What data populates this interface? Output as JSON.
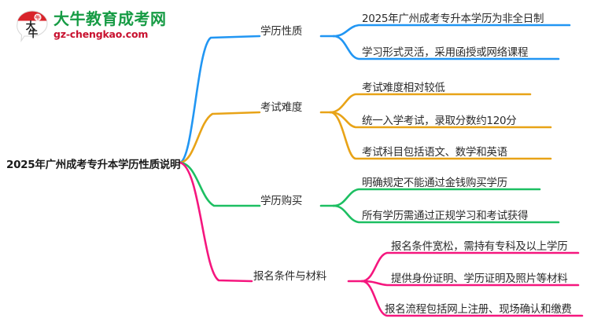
{
  "logo": {
    "mark_text": "大牛",
    "name_cn": "大牛教育成考网",
    "name_en": "gz-chengkao.com",
    "green": "#169B44",
    "red": "#C8102E"
  },
  "mindmap": {
    "root": {
      "label": "2025年广州成考专升本学历性质说明"
    },
    "branches": [
      {
        "label": "学历性质",
        "color": "#2196F3",
        "items": [
          "2025年广州成考专升本学历为非全日制",
          "学习形式灵活，采用函授或网络课程"
        ]
      },
      {
        "label": "考试难度",
        "color": "#E8A317",
        "items": [
          "考试难度相对较低",
          "统一入学考试，录取分数约120分",
          "考试科目包括语文、数学和英语"
        ]
      },
      {
        "label": "学历购买",
        "color": "#1DBF62",
        "items": [
          "明确规定不能通过金钱购买学历",
          "所有学历需通过正规学习和考试获得"
        ]
      },
      {
        "label": "报名条件与材料",
        "color": "#F5167E",
        "items": [
          "报名条件宽松，需持有专科及以上学历",
          "提供身份证明、学历证明及照片等材料",
          "报名流程包括网上注册、现场确认和缴费"
        ]
      }
    ]
  }
}
